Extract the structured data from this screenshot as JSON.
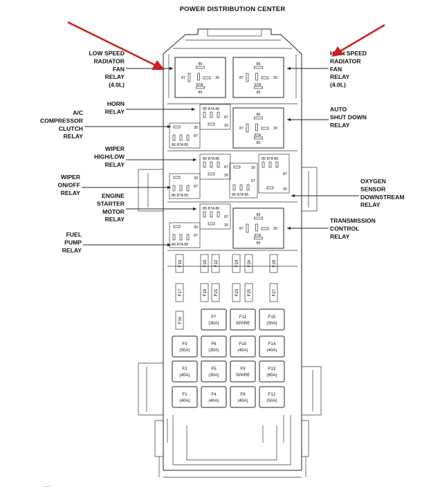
{
  "title": "POWER DISTRIBUTION CENTER",
  "colors": {
    "arrow": "#cc1f1f",
    "line": "#222222"
  },
  "labels_left": [
    {
      "id": "low-speed-fan",
      "lines": [
        "LOW SPEED",
        "RADIATOR",
        "FAN",
        "RELAY",
        "(4.0L)"
      ]
    },
    {
      "id": "horn",
      "lines": [
        "HORN",
        "RELAY"
      ]
    },
    {
      "id": "ac-clutch",
      "lines": [
        "A/C",
        "COMPRESSOR",
        "CLUTCH",
        "RELAY"
      ]
    },
    {
      "id": "wiper-high-low",
      "lines": [
        "WIPER",
        "HIGH/LOW",
        "RELAY"
      ]
    },
    {
      "id": "wiper-on-off",
      "lines": [
        "WIPER",
        "ON/OFF",
        "RELAY"
      ]
    },
    {
      "id": "starter-motor",
      "lines": [
        "ENGINE",
        "STARTER",
        "MOTOR",
        "RELAY"
      ]
    },
    {
      "id": "fuel-pump",
      "lines": [
        "FUEL",
        "PUMP",
        "RELAY"
      ]
    }
  ],
  "labels_right": [
    {
      "id": "high-speed-fan",
      "lines": [
        "HIGH SPEED",
        "RADIATOR",
        "FAN",
        "RELAY",
        "(4.0L)"
      ]
    },
    {
      "id": "auto-shutdown",
      "lines": [
        "AUTO",
        "SHUT DOWN",
        "RELAY"
      ]
    },
    {
      "id": "oxygen-sensor",
      "lines": [
        "OXYGEN",
        "SENSOR",
        "DOWNSTREAM",
        "RELAY"
      ]
    },
    {
      "id": "transmission-control",
      "lines": [
        "TRANSMISSION",
        "CONTROL",
        "RELAY"
      ]
    }
  ],
  "relay_pins": {
    "p86": "86",
    "p85": "85",
    "p87": "87",
    "p87a": "87A",
    "p30": "30"
  },
  "mini_fuses": [
    {
      "name": "F19"
    },
    {
      "name": "F20"
    },
    {
      "name": "F22"
    },
    {
      "name": "F24"
    },
    {
      "name": "F26"
    },
    {
      "name": "F28"
    },
    {
      "name": "F17"
    },
    {
      "name": "F18"
    },
    {
      "name": "F21"
    },
    {
      "name": "F23"
    },
    {
      "name": "F25"
    },
    {
      "name": "F27"
    },
    {
      "name": "F16"
    }
  ],
  "maxi_fuses": [
    {
      "name": "F7",
      "rating": "(30A)"
    },
    {
      "name": "F11",
      "rating": "SPARE"
    },
    {
      "name": "F15",
      "rating": "(50A)"
    },
    {
      "name": "F3",
      "rating": "(50A)"
    },
    {
      "name": "F6",
      "rating": "(30A)"
    },
    {
      "name": "F10",
      "rating": "(40A)"
    },
    {
      "name": "F14",
      "rating": "(40A)"
    },
    {
      "name": "F2",
      "rating": "(40A)"
    },
    {
      "name": "F5",
      "rating": "(30A)"
    },
    {
      "name": "F9",
      "rating": "SPARE"
    },
    {
      "name": "F13",
      "rating": "(60A)"
    },
    {
      "name": "F1",
      "rating": "(40A)"
    },
    {
      "name": "F4",
      "rating": "(40A)"
    },
    {
      "name": "F8",
      "rating": "(40A)"
    },
    {
      "name": "F12",
      "rating": "(50A)"
    }
  ]
}
